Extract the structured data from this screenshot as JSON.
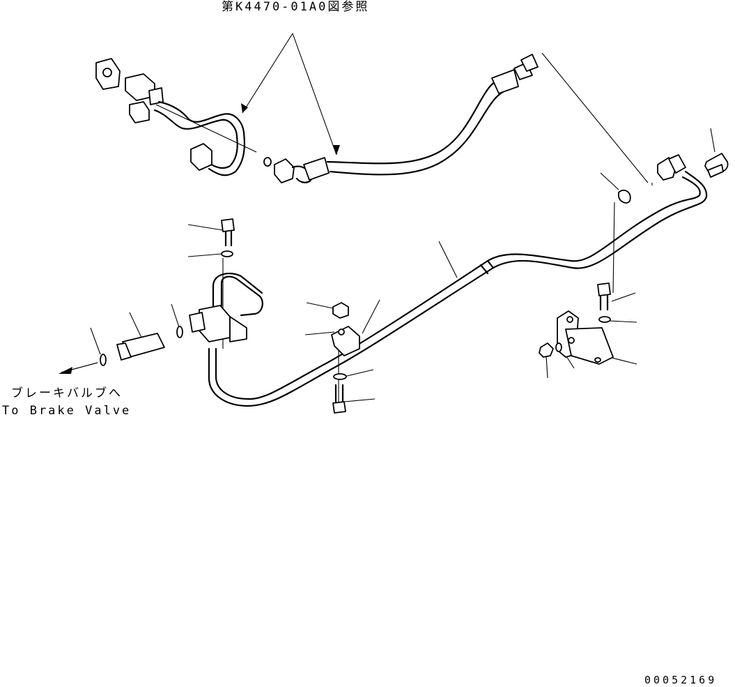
{
  "reference_label": "第K4470-01A0図参照",
  "brake_label_ja": "ブレーキバルブへ",
  "brake_label_en": "To Brake Valve",
  "figure_number": "00052169"
}
